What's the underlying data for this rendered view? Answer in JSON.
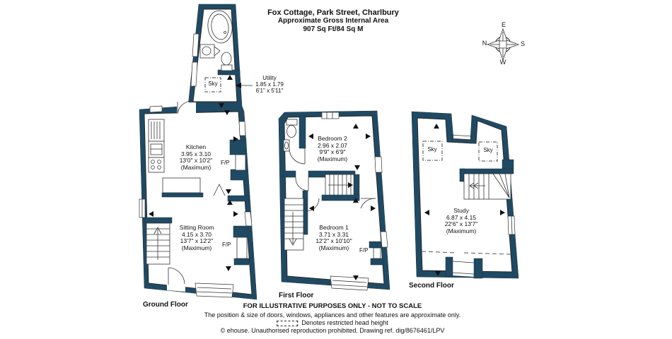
{
  "header": {
    "title": "Fox Cottage, Park Street, Charlbury",
    "line2": "Approximate Gross Internal Area",
    "line3": "907 Sq Ft/84 Sq M"
  },
  "compass": {
    "top": "E",
    "right": "S",
    "bottom": "W",
    "left": "N"
  },
  "floors": {
    "ground": {
      "label": "Ground Floor",
      "rooms": {
        "utility": {
          "name": "Utility",
          "dim_m": "1.85 x 1.79",
          "dim_ft": "6'1\" x 5'11\""
        },
        "kitchen": {
          "name": "Kitchen",
          "dim_m": "3.95 x 3.10",
          "dim_ft": "13'0\" x 10'2\"",
          "note": "(Maximum)"
        },
        "sitting_room": {
          "name": "Sitting Room",
          "dim_m": "4.15 x 3.70",
          "dim_ft": "13'7\" x 12'2\"",
          "note": "(Maximum)"
        }
      },
      "annotations": {
        "sky": "Sky",
        "fireplace_kitchen": "F/P",
        "fireplace_sitting": "F/P"
      }
    },
    "first": {
      "label": "First Floor",
      "rooms": {
        "bedroom2": {
          "name": "Bedroom 2",
          "dim_m": "2.96 x 2.07",
          "dim_ft": "9'9\" x 6'9\"",
          "note": "(Maximum)"
        },
        "bedroom1": {
          "name": "Bedroom 1",
          "dim_m": "3.71 x 3.31",
          "dim_ft": "12'2\" x 10'10\"",
          "note": "(Maximum)"
        }
      },
      "annotations": {
        "fireplace": "F/P"
      }
    },
    "second": {
      "label": "Second Floor",
      "rooms": {
        "study": {
          "name": "Study",
          "dim_m": "6.87 x 4.15",
          "dim_ft": "22'6\" x 13'7\"",
          "note": "(Maximum)"
        }
      },
      "annotations": {
        "sky_left": "Sky",
        "sky_right": "Sky"
      }
    }
  },
  "footer": {
    "line1": "FOR ILLUSTRATIVE PURPOSES ONLY - NOT TO SCALE",
    "line2": "The position & size of doors, windows, appliances and other features are approximate only.",
    "line3": "Denotes restricted head height",
    "line4": "© ehouse. Unauthorised reproduction prohibited. Drawing ref. dig/8676461/LPV"
  },
  "colors": {
    "wall": "#204a63",
    "line": "#222222"
  }
}
